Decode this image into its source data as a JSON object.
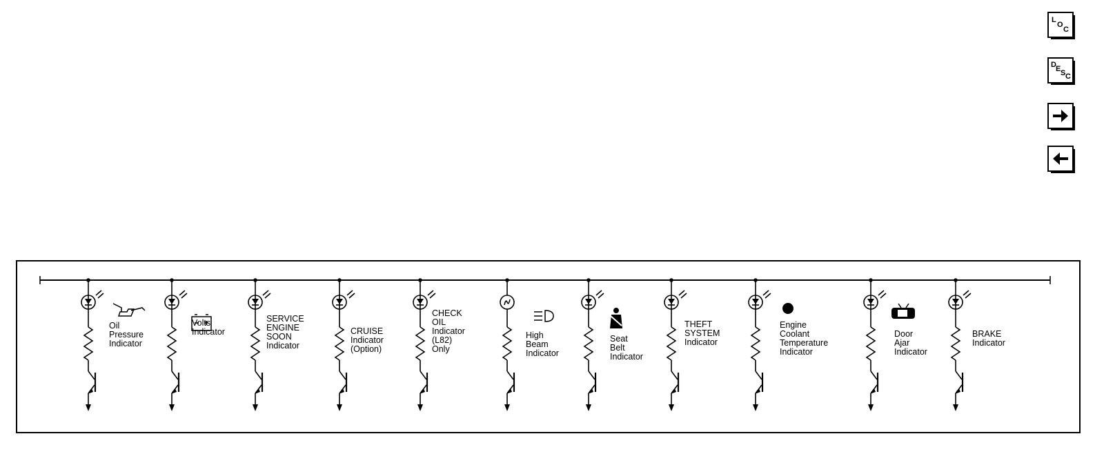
{
  "nav": {
    "loc": {
      "c1": "L",
      "c2": "O",
      "c3": "C"
    },
    "desc": {
      "c1": "D",
      "c2": "E",
      "c3": "S",
      "c4": "C"
    },
    "next_icon": "arrow-right-icon",
    "prev_icon": "arrow-left-icon"
  },
  "circuits": [
    {
      "id": "oil",
      "lines": [
        "Oil",
        "Pressure",
        "Indicator"
      ],
      "icon": "oil-can-icon"
    },
    {
      "id": "volts",
      "lines": [
        "Volts",
        "Indicator"
      ],
      "icon": "battery-icon"
    },
    {
      "id": "ses",
      "lines": [
        "SERVICE",
        "ENGINE",
        "SOON",
        "Indicator"
      ],
      "icon": ""
    },
    {
      "id": "cruise",
      "lines": [
        "CRUISE",
        "Indicator",
        "(Option)"
      ],
      "icon": ""
    },
    {
      "id": "checkoil",
      "lines": [
        "CHECK",
        "OIL",
        "Indicator",
        "(L82)",
        "Only"
      ],
      "icon": ""
    },
    {
      "id": "highbeam",
      "lines": [
        "High",
        "Beam",
        "Indicator"
      ],
      "icon": "high-beam-icon"
    },
    {
      "id": "seatbelt",
      "lines": [
        "Seat",
        "Belt",
        "Indicator"
      ],
      "icon": "seat-belt-icon"
    },
    {
      "id": "theft",
      "lines": [
        "THEFT",
        "SYSTEM",
        "Indicator"
      ],
      "icon": ""
    },
    {
      "id": "coolant",
      "lines": [
        "Engine",
        "Coolant",
        "Temperature",
        "Indicator"
      ],
      "icon": "coolant-dot-icon"
    },
    {
      "id": "door",
      "lines": [
        "Door",
        "Ajar",
        "Indicator"
      ],
      "icon": "car-door-icon"
    },
    {
      "id": "brake",
      "lines": [
        "BRAKE",
        "Indicator"
      ],
      "icon": ""
    }
  ]
}
